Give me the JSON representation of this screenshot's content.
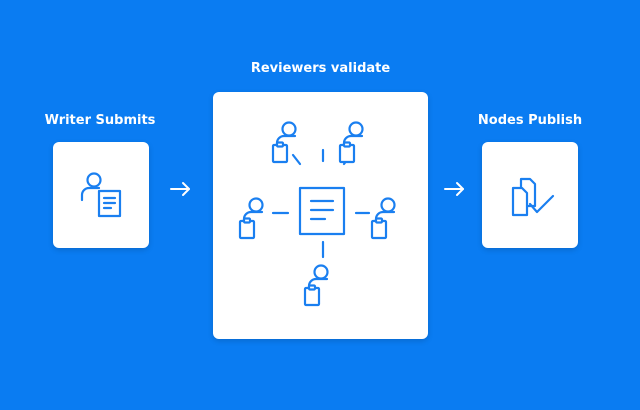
{
  "stages": {
    "writer": {
      "label": "Writer Submits"
    },
    "reviewers": {
      "label": "Reviewers validate"
    },
    "nodes": {
      "label": "Nodes Publish"
    }
  },
  "icons": {
    "writer_card": "user-with-document-icon",
    "reviewer_center": "document-icon",
    "reviewer_nodes": "user-with-clipboard-icon",
    "nodes_card": "documents-checkmark-icon",
    "arrows": "arrow-right-icon"
  },
  "colors": {
    "background": "#0a7cf2",
    "card": "#ffffff",
    "icon": "#1a7ff0"
  }
}
